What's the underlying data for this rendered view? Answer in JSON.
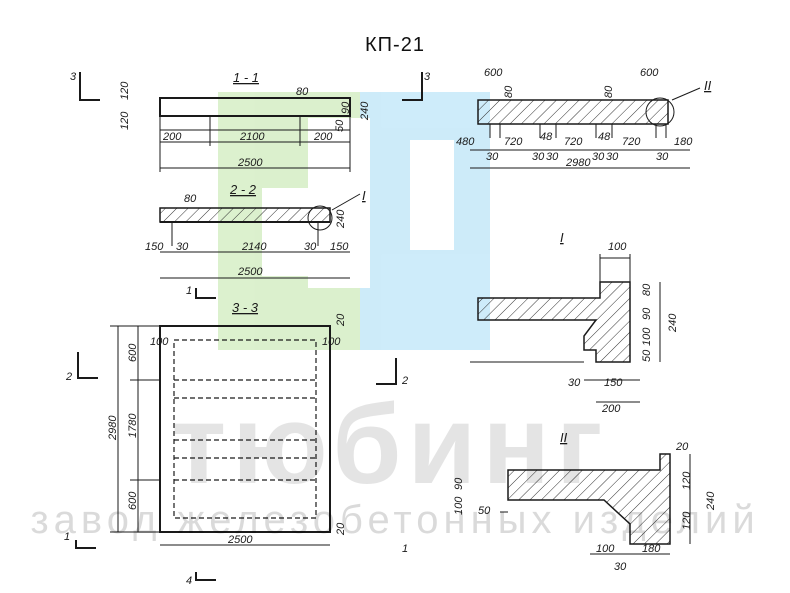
{
  "title": "КП-21",
  "watermark": {
    "brand": "тюбинг",
    "tagline": "завод железобетонных изделий",
    "colors": {
      "green": "#bfe5a6",
      "blue": "#a6dcf5"
    }
  },
  "section_labels": {
    "s11": "1 - 1",
    "s22": "2 - 2",
    "s33": "3 - 3",
    "detail_I": "I",
    "detail_II": "II"
  },
  "cut_marks": {
    "m3": "3",
    "m1": "1",
    "m2": "2",
    "m4": "4"
  },
  "dimensions": {
    "s11": {
      "top_120": "120",
      "bot_120": "120",
      "d80": "80",
      "d50": "50",
      "d90": "90",
      "d240": "240",
      "left_200": "200",
      "mid_2100": "2100",
      "right_200": "200",
      "total_2500": "2500"
    },
    "s22": {
      "d80": "80",
      "d240": "240",
      "left_150": "150",
      "left_30": "30",
      "mid_2140": "2140",
      "right_30": "30",
      "right_150": "150",
      "total_2500": "2500"
    },
    "s33": {
      "d20_top": "20",
      "d100_l": "100",
      "d100_r": "100",
      "v600_top": "600",
      "v1780": "1780",
      "v600_bot": "600",
      "v2980": "2980",
      "total_2500": "2500",
      "d20_bot": "20"
    },
    "cross": {
      "d600_l": "600",
      "d600_r": "600",
      "d80_l": "80",
      "d80_r": "80",
      "d480": "480",
      "d720_a": "720",
      "d720_b": "720",
      "d720_c": "720",
      "d180": "180",
      "d30_a": "30",
      "d30_b": "30",
      "d30_c": "30",
      "d30_d": "30",
      "d30_e": "30",
      "d30_f": "30",
      "d48_a": "48",
      "d48_b": "48",
      "total_2980": "2980"
    },
    "detail_I": {
      "d100": "100",
      "d80": "80",
      "d90": "90",
      "d100v": "100",
      "d50": "50",
      "d240": "240",
      "d30": "30",
      "d150": "150",
      "d200": "200"
    },
    "detail_II": {
      "d20": "20",
      "d120_top": "120",
      "d120_bot": "120",
      "d240": "240",
      "d90": "90",
      "d100": "100",
      "d50": "50",
      "d100h": "100",
      "d180": "180",
      "d30": "30"
    }
  }
}
